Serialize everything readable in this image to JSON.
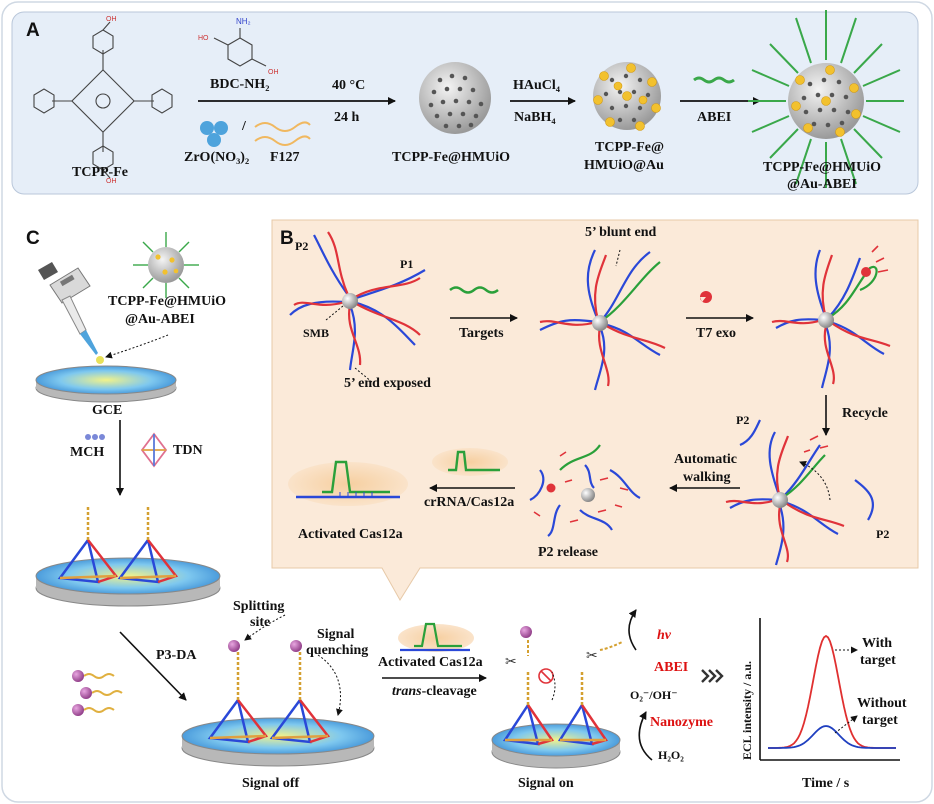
{
  "panel_a": {
    "letter": "A",
    "tcpp_fe": "TCPP-Fe",
    "bdc_nh2": "BDC-NH₂",
    "zr_salt": "ZrO(NO₃)₂",
    "slash": "/",
    "f127": "F127",
    "temp": "40 °C",
    "time": "24 h",
    "product1": "TCPP-Fe@HMUiO",
    "haucl4": "HAuCl₄",
    "nabh4": "NaBH₄",
    "product2_line1": "TCPP-Fe@",
    "product2_line2": "HMUiO@Au",
    "abei": "ABEI",
    "product3_line1": "TCPP-Fe@HMUiO",
    "product3_line2": "@Au-ABEI"
  },
  "panel_b": {
    "letter": "B",
    "p2": "P2",
    "p1": "P1",
    "smb": "SMB",
    "end_exposed": "5’ end exposed",
    "blunt_end": "5’ blunt end",
    "targets": "Targets",
    "t7exo": "T7 exo",
    "recycle": "Recycle",
    "auto_walk_line1": "Automatic",
    "auto_walk_line2": "walking",
    "p2_right": "P2",
    "p2_bottom": "P2",
    "p2_release": "P2 release",
    "crrna": "crRNA/Cas12a",
    "activated": "Activated Cas12a"
  },
  "panel_c": {
    "letter": "C",
    "probe_line1": "TCPP-Fe@HMUiO",
    "probe_line2": "@Au-ABEI",
    "gce": "GCE",
    "mch": "MCH",
    "tdn": "TDN",
    "p3da": "P3-DA",
    "splitting_line1": "Splitting",
    "splitting_line2": "site",
    "quench_line1": "Signal",
    "quench_line2": "quenching",
    "signal_off": "Signal off",
    "activated": "Activated Cas12a",
    "trans": "trans",
    "cleavage": "-cleavage",
    "signal_on": "Signal on",
    "hv": "hv",
    "abei": "ABEI",
    "o2": "O₂⁻/OH⁻",
    "nanozyme": "Nanozyme",
    "h2o2": "H₂O₂",
    "ylabel": "ECL intensity / a.u.",
    "xlabel": "Time / s",
    "with_line1": "With",
    "with_line2": "target",
    "without_line1": "Without",
    "without_line2": "target"
  },
  "colors": {
    "panel_a_bg": "#e6eef8",
    "panel_b_bg": "#fbead9",
    "dna_red": "#e0333a",
    "dna_blue": "#2a48d8",
    "dna_green": "#2aa03a",
    "gold": "#f2c12e",
    "purple": "#a8509e",
    "curve_red": "#e03030",
    "curve_blue": "#2040c0"
  }
}
